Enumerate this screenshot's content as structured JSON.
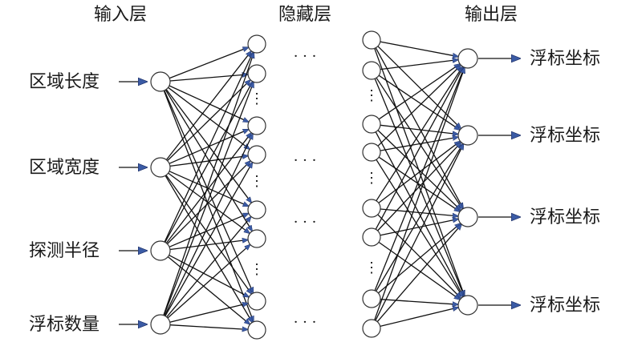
{
  "headers": {
    "input": "输入层",
    "hidden": "隐藏层",
    "output": "输出层"
  },
  "inputs": [
    {
      "label": "区域长度"
    },
    {
      "label": "区域宽度"
    },
    {
      "label": "探测半径"
    },
    {
      "label": "浮标数量"
    }
  ],
  "outputs": [
    {
      "label": "浮标坐标"
    },
    {
      "label": "浮标坐标"
    },
    {
      "label": "浮标坐标"
    },
    {
      "label": "浮标坐标"
    }
  ],
  "hidden_layers": [
    {
      "node_count": 8
    },
    {
      "node_count": 8
    }
  ],
  "ellipsis": "· · ·",
  "vertical_ellipsis": "⋮",
  "colors": {
    "line": "#111111",
    "arrowhead": "#3b5ba5",
    "node_stroke": "#333333",
    "text": "#1a1a1a"
  }
}
